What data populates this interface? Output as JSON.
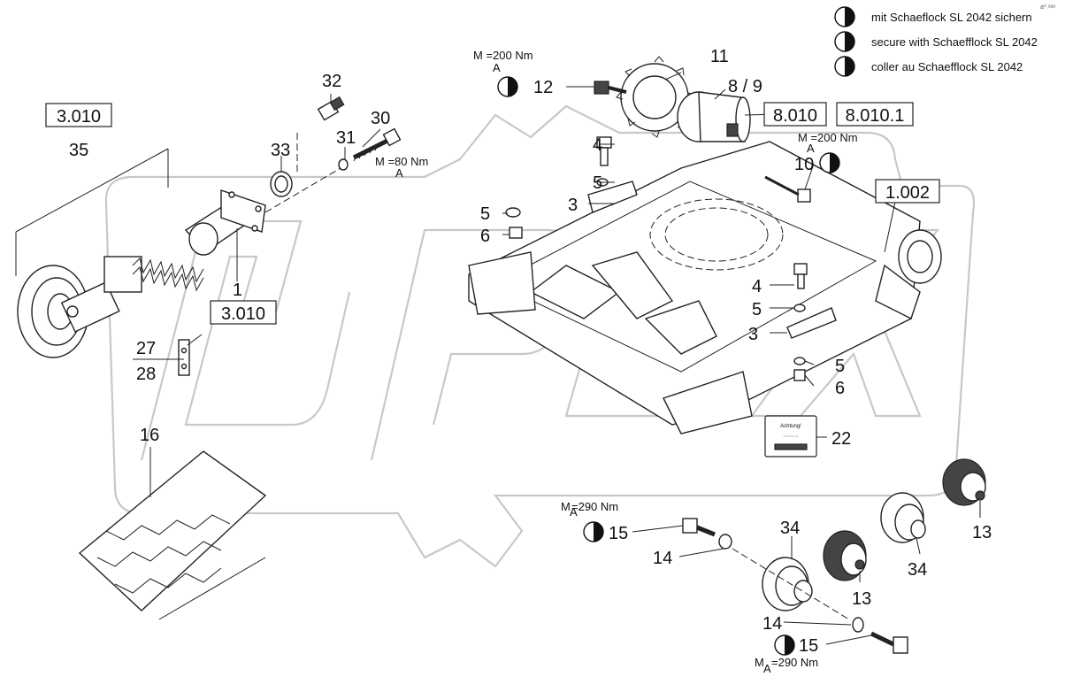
{
  "legend": [
    {
      "icon": "half-circle-icon",
      "text": "mit Schaeflock SL 2042 sichern"
    },
    {
      "icon": "half-circle-icon",
      "text": "secure with Schaefflock SL 2042"
    },
    {
      "icon": "half-circle-icon",
      "text": "coller au Schaefflock SL 2042"
    }
  ],
  "corner_mark": "a⁰˒ᵃᵃᵃ",
  "watermark_text": "OPEX",
  "references": {
    "ref_3010_top": "3.010",
    "ref_3010_bottom": "3.010",
    "ref_8010": "8.010",
    "ref_80101": "8.010.1",
    "ref_1002": "1.002"
  },
  "torques": {
    "t200_top": {
      "main": "M =200 Nm",
      "sub": "A"
    },
    "t80": {
      "main": "M =80 Nm",
      "sub": "A"
    },
    "t200_right": {
      "main": "M =200 Nm",
      "sub": "A"
    },
    "t290_left": {
      "main": "M",
      "sub": "A",
      "tail": "=290 Nm"
    },
    "t290_bottom": {
      "main": "M",
      "sub": "A",
      "tail": "=290 Nm"
    }
  },
  "callouts": {
    "c35": "35",
    "c32": "32",
    "c30": "30",
    "c33": "33",
    "c31": "31",
    "c1": "1",
    "c27": "27",
    "c28": "28",
    "c16": "16",
    "c11": "11",
    "c89": "8 / 9",
    "c12": "12",
    "c4a": "4",
    "c5a": "5",
    "c3a": "3",
    "c5b": "5",
    "c6a": "6",
    "c10": "10",
    "c4b": "4",
    "c5c": "5",
    "c3b": "3",
    "c5d": "5",
    "c6b": "6",
    "c22": "22",
    "c15a": "15",
    "c14a": "14",
    "c34a": "34",
    "c13a": "13",
    "c34b": "34",
    "c13b": "13",
    "c14b": "14",
    "c15b": "15"
  },
  "warning_plate": {
    "title": "Achtung!",
    "body": "~~~~~~"
  }
}
